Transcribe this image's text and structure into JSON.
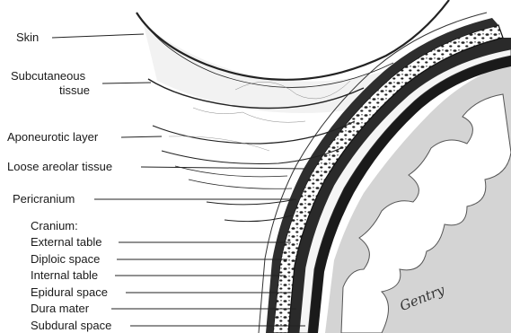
{
  "labels": {
    "skin": "Skin",
    "subcutaneous_1": "Subcutaneous",
    "subcutaneous_2": "tissue",
    "aponeurotic": "Aponeurotic layer",
    "loose_areolar": "Loose areolar tissue",
    "pericranium": "Pericranium",
    "cranium": "Cranium:",
    "external_table": "External table",
    "diploic_space": "Diploic space",
    "internal_table": "Internal table",
    "epidural_space": "Epidural space",
    "dura_mater": "Dura mater",
    "subdural_space": "Subdural space"
  },
  "signature": "Gentry"
}
